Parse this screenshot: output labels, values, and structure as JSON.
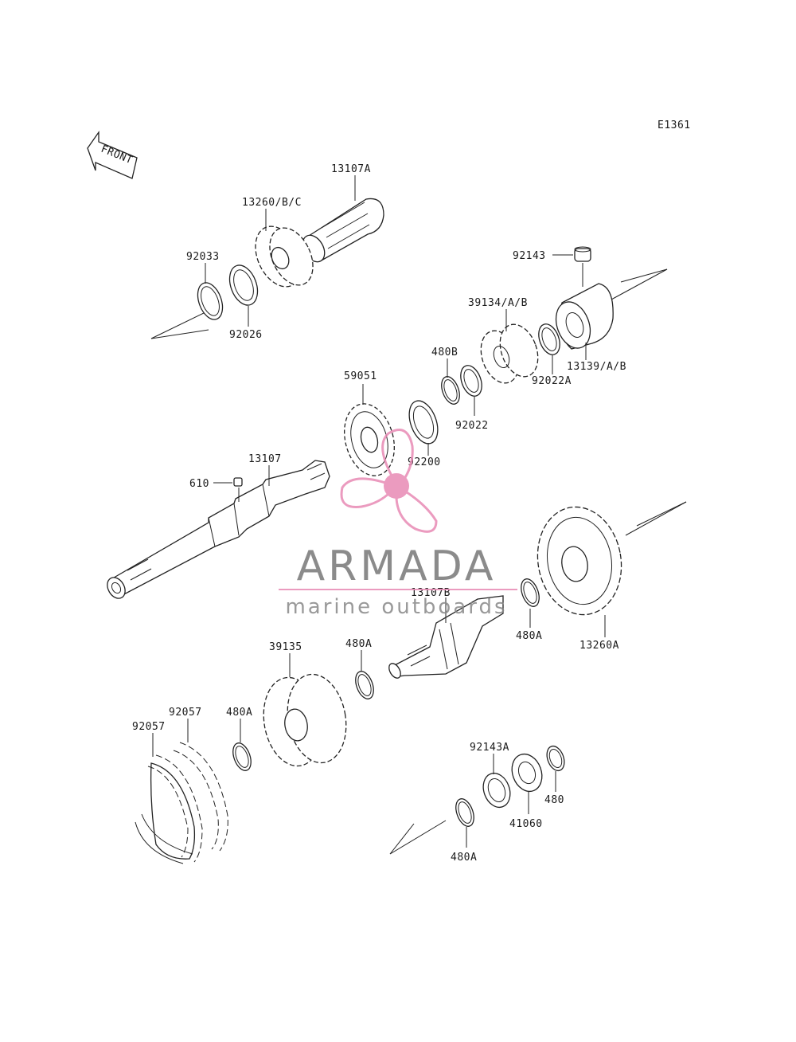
{
  "diagram_code": "E1361",
  "front_label": "FRONT",
  "parts": {
    "p13107A": "13107A",
    "p13260BC": "13260/B/C",
    "p92033": "92033",
    "p92026": "92026",
    "p92143": "92143",
    "p39134AB": "39134/A/B",
    "p480B": "480B",
    "p59051": "59051",
    "p92022A": "92022A",
    "p13139AB": "13139/A/B",
    "p92022": "92022",
    "p92200": "92200",
    "p13107": "13107",
    "p610": "610",
    "p13107B": "13107B",
    "p480A_1": "480A",
    "p13260A": "13260A",
    "p39135": "39135",
    "p480A_2": "480A",
    "p92057_1": "92057",
    "p92057_2": "92057",
    "p480A_3": "480A",
    "p92143A": "92143A",
    "p480": "480",
    "p41060": "41060",
    "p480A_4": "480A"
  },
  "watermark": {
    "brand": "ARMADA",
    "tagline": "marine outboards",
    "color": "#e88ab4"
  }
}
